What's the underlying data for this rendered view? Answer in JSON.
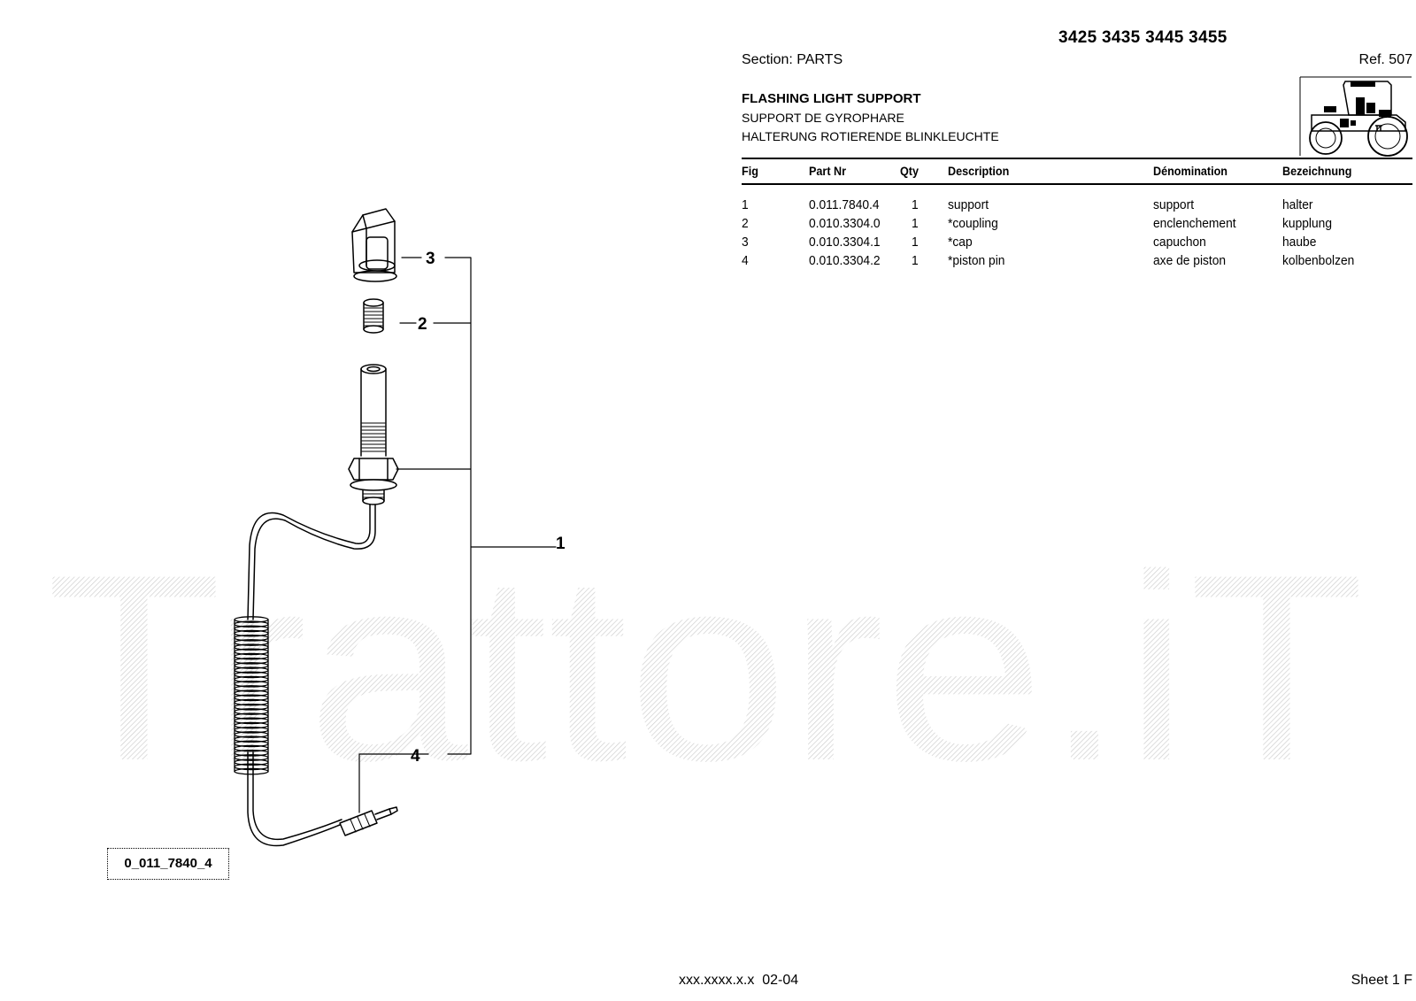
{
  "header": {
    "models": "3425 3435 3445 3455",
    "section": "Section: PARTS",
    "ref": "Ref. 507",
    "title_en": "FLASHING LIGHT SUPPORT",
    "title_fr": "SUPPORT DE GYROPHARE",
    "title_de": "HALTERUNG ROTIERENDE BLINKLEUCHTE"
  },
  "table": {
    "columns": {
      "fig": "Fig",
      "part": "Part Nr",
      "qty": "Qty",
      "desc": "Description",
      "deno": "Dénomination",
      "bez": "Bezeichnung"
    },
    "rows": [
      {
        "fig": "1",
        "part": "0.011.7840.4",
        "qty": "1",
        "desc": "support",
        "deno": "support",
        "bez": "halter"
      },
      {
        "fig": "2",
        "part": "0.010.3304.0",
        "qty": "1",
        "desc": "*coupling",
        "deno": "enclenchement",
        "bez": "kupplung"
      },
      {
        "fig": "3",
        "part": "0.010.3304.1",
        "qty": "1",
        "desc": "*cap",
        "deno": "capuchon",
        "bez": "haube"
      },
      {
        "fig": "4",
        "part": "0.010.3304.2",
        "qty": "1",
        "desc": "*piston pin",
        "deno": "axe de piston",
        "bez": "kolbenbolzen"
      }
    ]
  },
  "diagram": {
    "callouts": [
      "3",
      "2",
      "1",
      "4"
    ],
    "figure_code": "0_011_7840_4"
  },
  "watermark": "Trattore.iT",
  "footer": {
    "code": "xxx.xxxx.x.x  02-04",
    "sheet": "Sheet 1 F"
  }
}
